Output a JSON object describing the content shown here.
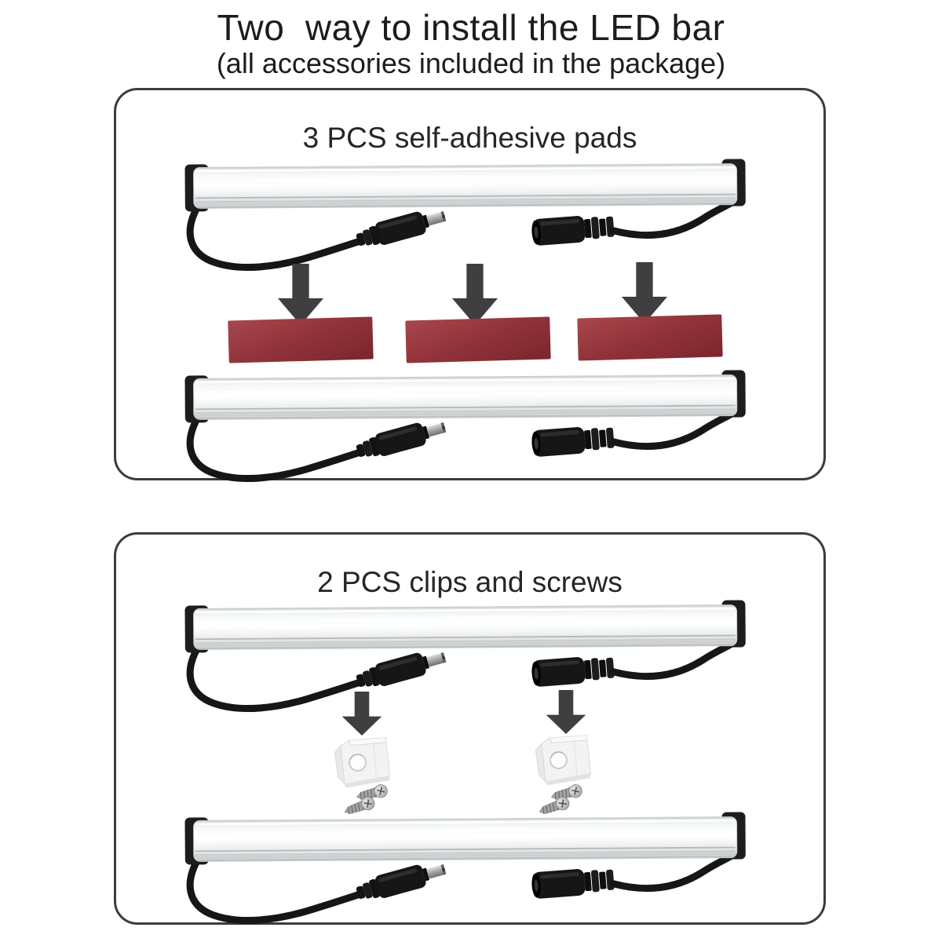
{
  "page": {
    "title": "Two  way to install the LED bar",
    "subtitle": "(all accessories included in the package)"
  },
  "sections": {
    "adhesive": {
      "heading": "3 PCS self-adhesive pads",
      "pad_count": 3,
      "led_bar_count": 2
    },
    "clips": {
      "heading": "2 PCS clips and screws",
      "clip_count": 2,
      "screws_per_clip": 2,
      "led_bar_count": 2
    }
  },
  "colors": {
    "adhesive_pad_red": "#8e3038",
    "arrow_gray": "#3f3f3f",
    "panel_border": "#3c3c3c",
    "led_bar_end_cap": "#1d1d1d",
    "cable_black": "#161616",
    "clip_white": "#f3f3f3",
    "screw_silver": "#a3a3a3",
    "text": "#1c1c1c"
  },
  "icons": {
    "arrow": "down-arrow-icon",
    "led_bar": "led-bar-with-cables",
    "left_connector": "dc-plug-male-icon",
    "right_connector": "dc-jack-female-icon",
    "clip": "mounting-clip-icon",
    "screw": "screw-icon"
  }
}
